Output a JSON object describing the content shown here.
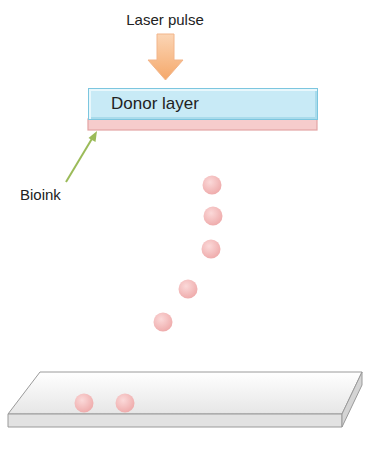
{
  "diagram": {
    "nodes": [
      {
        "text": [
          "Donor layer"
        ]
      }
    ],
    "edges": [],
    "labels": [
      "Laser pulse",
      "Bioink"
    ]
  }
}
